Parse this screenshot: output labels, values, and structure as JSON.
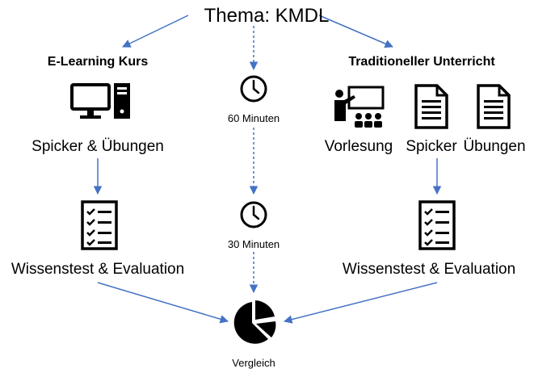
{
  "title": "Thema: KMDL",
  "left": {
    "heading": "E-Learning Kurs",
    "materials": "Spicker & Übungen",
    "test": "Wissenstest & Evaluation"
  },
  "center": {
    "time_1": "60 Minuten",
    "time_2": "30 Minuten",
    "result": "Vergleich"
  },
  "right": {
    "heading": "Traditioneller Unterricht",
    "items": [
      "Vorlesung",
      "Spicker",
      "Übungen"
    ],
    "test": "Wissenstest & Evaluation"
  },
  "colors": {
    "arrow": "#4472C4",
    "icon": "#000000"
  },
  "icons": [
    "computer-icon",
    "clock-icon",
    "lecture-icon",
    "document-icon",
    "checklist-icon",
    "pie-chart-icon"
  ]
}
